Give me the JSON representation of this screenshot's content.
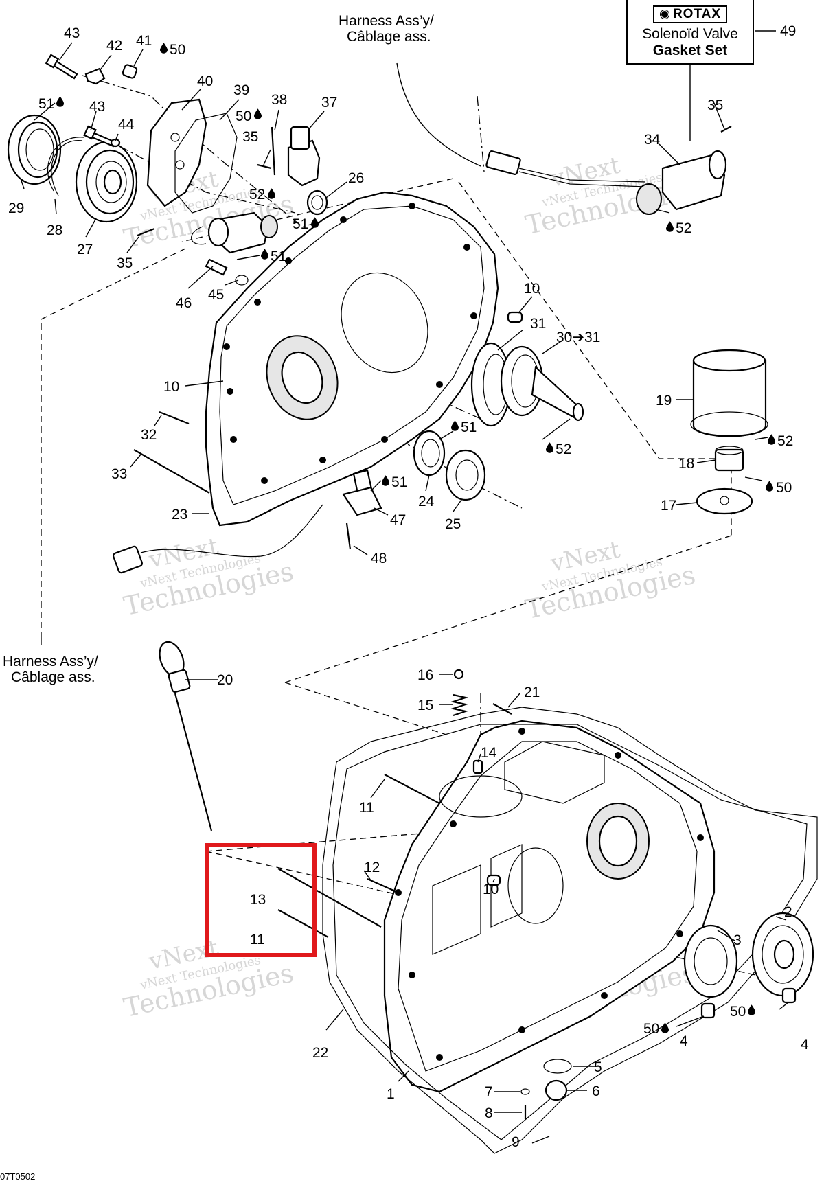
{
  "harness_top": {
    "line1": "Harness Ass’y/",
    "line2": "Câblage ass."
  },
  "harness_left": {
    "line1": "Harness Ass’y/",
    "line2": "Câblage ass."
  },
  "rotax_box": {
    "brand": "ROTAX",
    "line1": "Solenoïd Valve",
    "line2": "Gasket Set",
    "number": "49"
  },
  "watermark": {
    "line1": "vNext Technologies",
    "line2": "Technologies",
    "line3": "vNext"
  },
  "ref_code": "07T0502",
  "highlight_color": "#e0191c",
  "callouts": {
    "c43a": "43",
    "c42": "42",
    "c41": "41",
    "c50a": "50",
    "c51a": "51",
    "c43b": "43",
    "c44": "44",
    "c40": "40",
    "c39": "39",
    "c38": "38",
    "c50b": "50",
    "c37": "37",
    "c35a": "35",
    "c29": "29",
    "c28": "28",
    "c27": "27",
    "c35b": "35",
    "c52a": "52",
    "c26": "26",
    "c51b": "51",
    "c51c": "51",
    "c46": "46",
    "c45": "45",
    "c35c": "35",
    "c34": "34",
    "c52b": "52",
    "c10a": "10",
    "c31": "31",
    "c30": "30➔31",
    "c10b": "10",
    "c32": "32",
    "c33": "33",
    "c51d": "51",
    "c52c": "52",
    "c51e": "51",
    "c24": "24",
    "c25": "25",
    "c47": "47",
    "c23": "23",
    "c48": "48",
    "c19": "19",
    "c52d": "52",
    "c18": "18",
    "c50c": "50",
    "c17": "17",
    "c20": "20",
    "c16": "16",
    "c15": "15",
    "c21": "21",
    "c14": "14",
    "c11a": "11",
    "c12": "12",
    "c10c": "10",
    "c13": "13",
    "c11b": "11",
    "c3": "3",
    "c2": "2",
    "c50d": "50",
    "c4a": "4",
    "c50e": "50",
    "c4b": "4",
    "c22": "22",
    "c5": "5",
    "c1": "1",
    "c7": "7",
    "c6": "6",
    "c8": "8",
    "c9": "9"
  }
}
